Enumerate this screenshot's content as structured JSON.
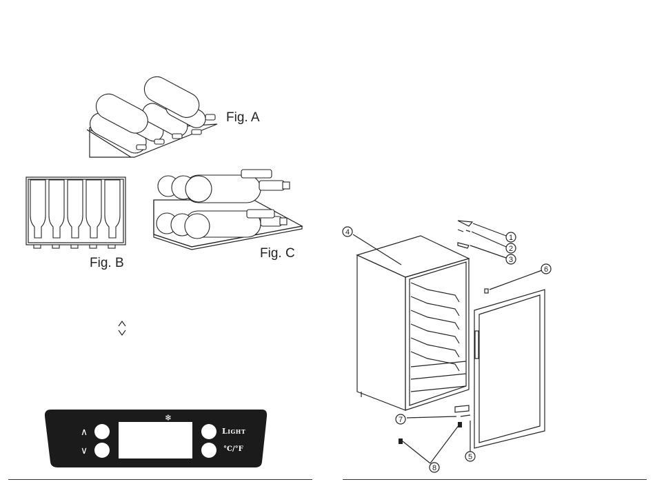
{
  "figures": {
    "fig_a": "Fig. A",
    "fig_b": "Fig. B",
    "fig_c": "Fig. C"
  },
  "arrows_symbol": {
    "up": "^",
    "down": "v"
  },
  "control_panel": {
    "light_label": "Light",
    "temp_unit_label": "°C/°F",
    "snowflake": "❄",
    "up_arrow": "∧",
    "down_arrow": "∨"
  },
  "callouts": [
    "1",
    "2",
    "3",
    "4",
    "5",
    "6",
    "7",
    "8"
  ]
}
